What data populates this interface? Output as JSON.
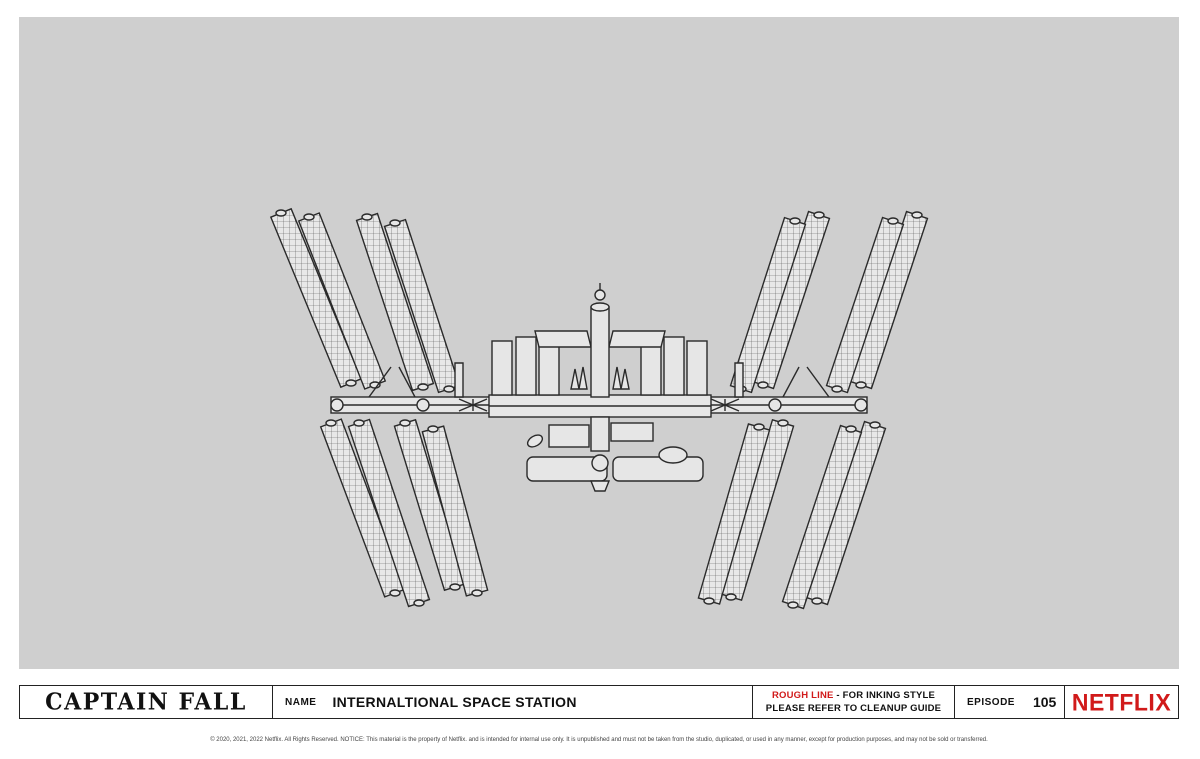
{
  "sheet": {
    "show_title": "CAPTAIN FALL",
    "name_label": "NAME",
    "name_value": "INTERNALTIONAL SPACE STATION",
    "note_red": "ROUGH LINE",
    "note_rest": " - FOR INKING STYLE",
    "note_line2": "PLEASE REFER TO CLEANUP GUIDE",
    "episode_label": "EPISODE",
    "episode_value": "105",
    "brand": "NETFLIX",
    "copyright": "© 2020, 2021, 2022 Netflix. All Rights Reserved. NOTICE: This material is the property of Netflix. and is intended for internal use only. It is unpublished and must not be taken from the studio, duplicated, or used in any manner, except for production purposes, and may not be sold or transferred."
  },
  "colors": {
    "panel_bg": "#cfcfcf",
    "line": "#2a2a2a",
    "panel_fill": "#e6e6e6",
    "accent_red": "#d11a1a"
  }
}
